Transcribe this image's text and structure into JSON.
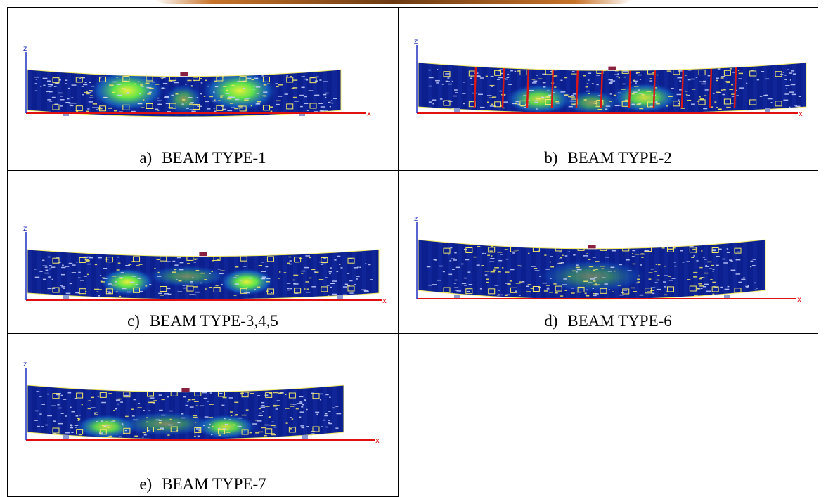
{
  "panels": [
    {
      "letter": "a)",
      "title": "BEAM TYPE-1",
      "axis_z": "z",
      "axis_x": "x"
    },
    {
      "letter": "b)",
      "title": "BEAM TYPE-2",
      "axis_z": "z",
      "axis_x": "x"
    },
    {
      "letter": "c)",
      "title": "BEAM TYPE-3,4,5",
      "axis_z": "z",
      "axis_x": "x"
    },
    {
      "letter": "d)",
      "title": "BEAM TYPE-6",
      "axis_z": "z",
      "axis_x": "x"
    },
    {
      "letter": "e)",
      "title": "BEAM TYPE-7",
      "axis_z": "z",
      "axis_x": "x"
    }
  ],
  "colors": {
    "beam_fill": "#0b1f8f",
    "beam_dark": "#071560",
    "hot_green": "#5ee34a",
    "hot_yellow": "#e8f03a",
    "axis_red": "#e01010",
    "axis_blue": "#2030c0",
    "crack_yellow": "#f2e96a",
    "rebar_red": "#d81818"
  }
}
